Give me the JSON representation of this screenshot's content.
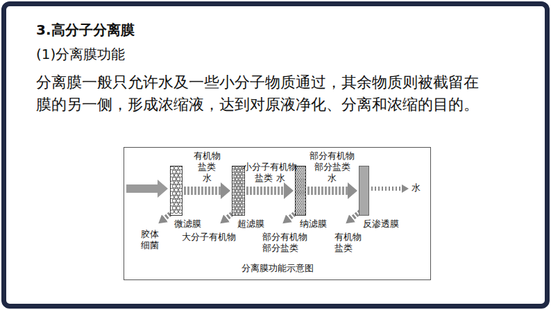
{
  "diagram": {
    "title": "3.高分子分离膜",
    "nodes": [
      {
        "text": [
          "分离膜功能示意图"
        ]
      },
      {
        "text": [
          "微滤膜"
        ],
        "in": 0
      },
      {
        "text": [
          "超滤膜"
        ],
        "in": 0
      },
      {
        "text": [
          "纳滤膜"
        ],
        "in": 0
      },
      {
        "text": [
          "反渗透膜"
        ],
        "in": 0
      }
    ],
    "edges": [
      {
        "from": 1,
        "to": 2,
        "arrow": "to",
        "label": "有机物 盐类 水"
      },
      {
        "from": 2,
        "to": 3,
        "arrow": "to",
        "label": "小分子有机物 盐类 水"
      },
      {
        "from": 3,
        "to": 4,
        "arrow": "to",
        "label": "部分有机物 部分盐类 水"
      }
    ],
    "labels": [
      "(1)分离膜功能",
      "分离膜一般只允许水及一些小分子物质通过，其余物质则被截留在 膜的另一侧，形成浓缩液，达到对原液净化、分离和浓缩的目的。",
      "水",
      "胶体 细菌",
      "大分子有机物",
      "部分有机物 部分盐类",
      "有机物 盐类"
    ]
  }
}
